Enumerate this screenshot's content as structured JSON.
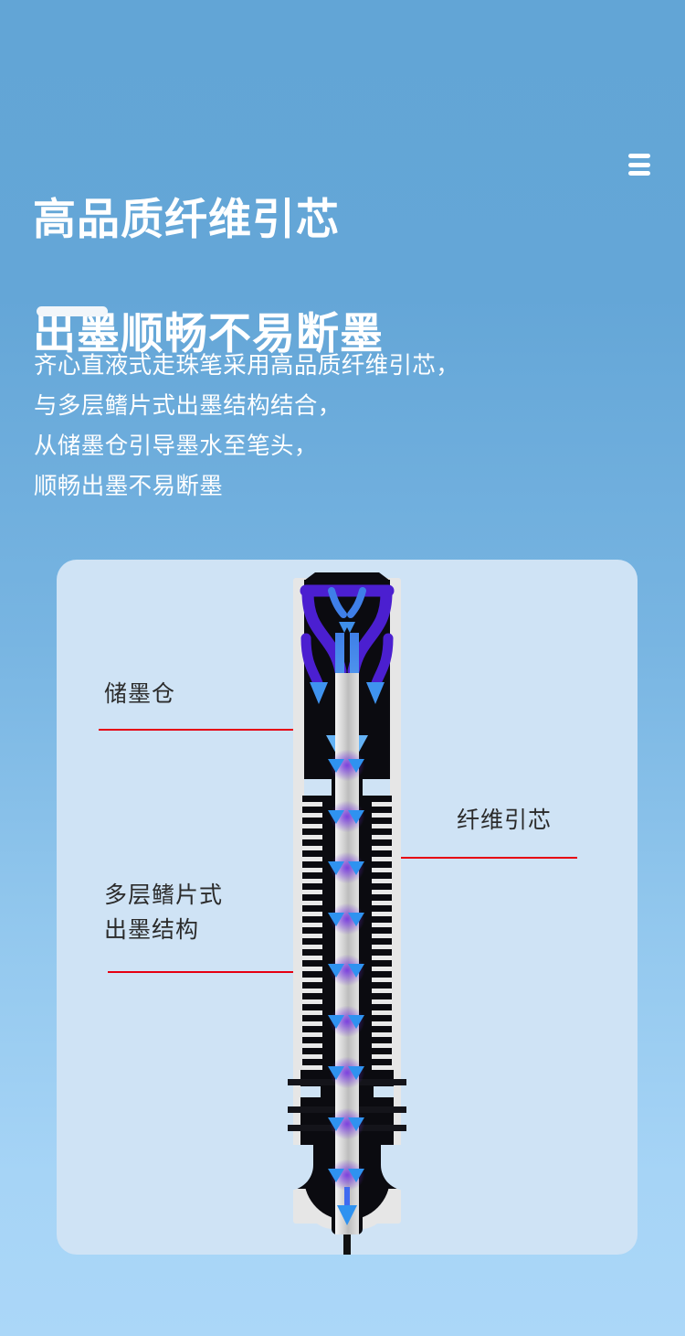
{
  "theme": {
    "bg_top": "#62a5d6",
    "bg_bottom": "#abd7f8",
    "card_bg": "#cfe3f5",
    "title_color": "#ffffff",
    "leader_color": "#e60012",
    "ink_arrow_color": "#2f92f0",
    "ink_glow_color": "#702ce4",
    "pen_body_color": "#0b0b10",
    "pen_shell_color": "#e6e6e6"
  },
  "header": {
    "menu_icon": "hamburger-icon",
    "title_lines": [
      "高品质纤维引芯",
      "出墨顺畅不易断墨"
    ],
    "accent_bar": true
  },
  "body": {
    "paragraph_lines": [
      "齐心直液式走珠笔采用高品质纤维引芯，",
      "与多层鳍片式出墨结构结合，",
      "从储墨仓引导墨水至笔头，",
      "顺畅出墨不易断墨"
    ]
  },
  "diagram": {
    "caption_labels": [
      {
        "id": "reservoir",
        "text": "储墨仓"
      },
      {
        "id": "fiber_wick",
        "text": "纤维引芯"
      },
      {
        "id": "fin_structure_line1",
        "text": "多层鳍片式"
      },
      {
        "id": "fin_structure_line2",
        "text": "出墨结构"
      }
    ],
    "parts": {
      "reservoir": "储墨仓",
      "fiber_wick": "纤维引芯",
      "fin_structure": "多层鳍片式出墨结构"
    }
  }
}
